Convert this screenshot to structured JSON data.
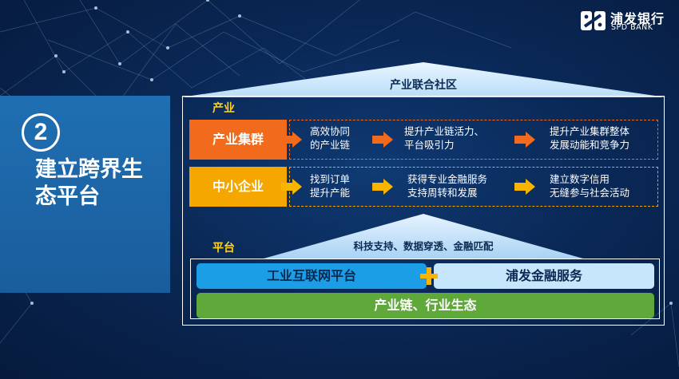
{
  "brand": {
    "name_cn": "浦发银行",
    "name_en": "SPD BANK"
  },
  "side": {
    "number": "2",
    "title": "建立跨界生态平台"
  },
  "community": {
    "label": "产业联合社区"
  },
  "industry": {
    "label": "产业",
    "rows": [
      {
        "tag": "产业集群",
        "tag_color": "#f26a1b",
        "steps": [
          [
            "高效协同",
            "的产业链"
          ],
          [
            "提升产业链活力、",
            "平台吸引力"
          ],
          [
            "提升产业集群整体",
            "发展动能和竞争力"
          ]
        ]
      },
      {
        "tag": "中小企业",
        "tag_color": "#f5a700",
        "steps": [
          [
            "找到订单",
            "提升产能"
          ],
          [
            "获得专业金融服务",
            "支持周转和发展"
          ],
          [
            "建立数字信用",
            "无缝参与社会活动"
          ]
        ]
      }
    ]
  },
  "platform": {
    "label": "平台",
    "support": "科技支持、数据穿透、金融匹配",
    "industrial_internet": "工业互联网平台",
    "spd_finance": "浦发金融服务",
    "base": "产业链、行业生态"
  },
  "colors": {
    "orange": "#f26a1b",
    "yellow": "#f5a700",
    "arrow_orange": "#f26a1b",
    "arrow_yellow": "#f7b500",
    "blue_pill": "#1b9ee5",
    "light_pill": "#c6e6fb",
    "green": "#5fa83a"
  }
}
